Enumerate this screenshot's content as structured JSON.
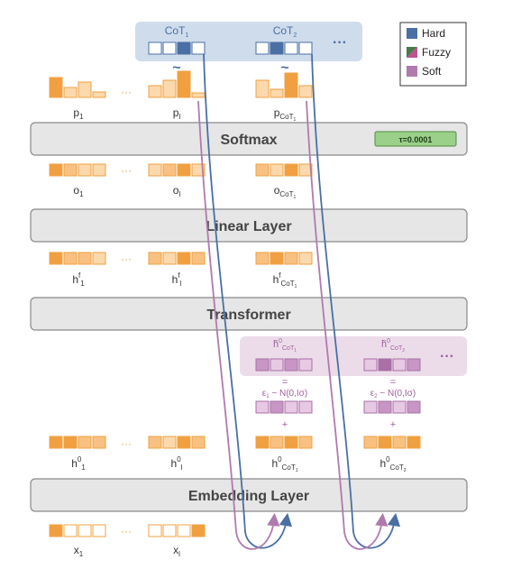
{
  "colors": {
    "hard": "#4a6fa5",
    "fuzzy_a": "#4a7a4a",
    "fuzzy_b": "#c05090",
    "soft": "#b07aae",
    "orange": "#f0a040",
    "orange_light": "#fbd9ad",
    "orange_dark": "#f08a20",
    "pink_light": "#e7c9e3",
    "pink_mid": "#c896c4",
    "pink_dark": "#a870a6",
    "layer_fill": "#e6e6e6",
    "layer_stroke": "#8a8a8a",
    "cot_panel": "#cfdceb",
    "noise_panel": "#ecdcea",
    "tau_fill": "#9bd08a",
    "tau_stroke": "#4e8c3c"
  },
  "legend": {
    "hard": "Hard",
    "fuzzy": "Fuzzy",
    "soft": "Soft"
  },
  "layers": {
    "softmax": "Softmax",
    "linear": "Linear Layer",
    "transformer": "Transformer",
    "embedding": "Embedding Layer"
  },
  "tau": "τ=0.0001",
  "top": {
    "cot1": "CoT",
    "cot1_sub": "1",
    "cot2": "CoT",
    "cot2_sub": "2",
    "ellipsis": "···",
    "tilde": "~"
  },
  "labels": {
    "p1": "p",
    "p1_sub": "1",
    "pl": "p",
    "pl_sub": "l",
    "pcot": "p",
    "pcot_sub": "CoT",
    "pcot_subsub": "1",
    "o1": "o",
    "o1_sub": "1",
    "ol": "o",
    "ol_sub": "l",
    "ocot": "o",
    "ocot_sub": "CoT",
    "ocot_subsub": "1",
    "hf1": "h",
    "hf1_sup": "f",
    "hf1_sub": "1",
    "hfl": "h",
    "hfl_sup": "f",
    "hfl_sub": "l",
    "hfcot": "h",
    "hfcot_sup": "f",
    "hfcot_sub": "CoT",
    "hfcot_subsub": "1",
    "h01": "h",
    "h01_sup": "0",
    "h01_sub": "1",
    "h0l": "h",
    "h0l_sup": "0",
    "h0l_sub": "l",
    "h0cot1": "h",
    "h0cot1_sup": "0",
    "h0cot1_sub": "CoT",
    "h0cot1_subsub": "1",
    "h0cot2": "h",
    "h0cot2_sup": "0",
    "h0cot2_sub": "CoT",
    "h0cot2_subsub": "2",
    "x1": "x",
    "x1_sub": "1",
    "xl": "x",
    "xl_sub": "l",
    "dots": "···"
  },
  "noise": {
    "hbar1": "h̃",
    "hbar1_sup": "0",
    "hbar1_sub": "CoT",
    "hbar1_subsub": "1",
    "hbar2": "h̃",
    "hbar2_sup": "0",
    "hbar2_sub": "CoT",
    "hbar2_subsub": "2",
    "eq": "=",
    "eps1": "ε",
    "eps1_sub": "1",
    "eps1_dist": " ~ N(0,Iσ)",
    "eps2": "ε",
    "eps2_sub": "2",
    "eps2_dist": " ~ N(0,Iσ)",
    "plus": "+",
    "ellipsis": "···"
  }
}
